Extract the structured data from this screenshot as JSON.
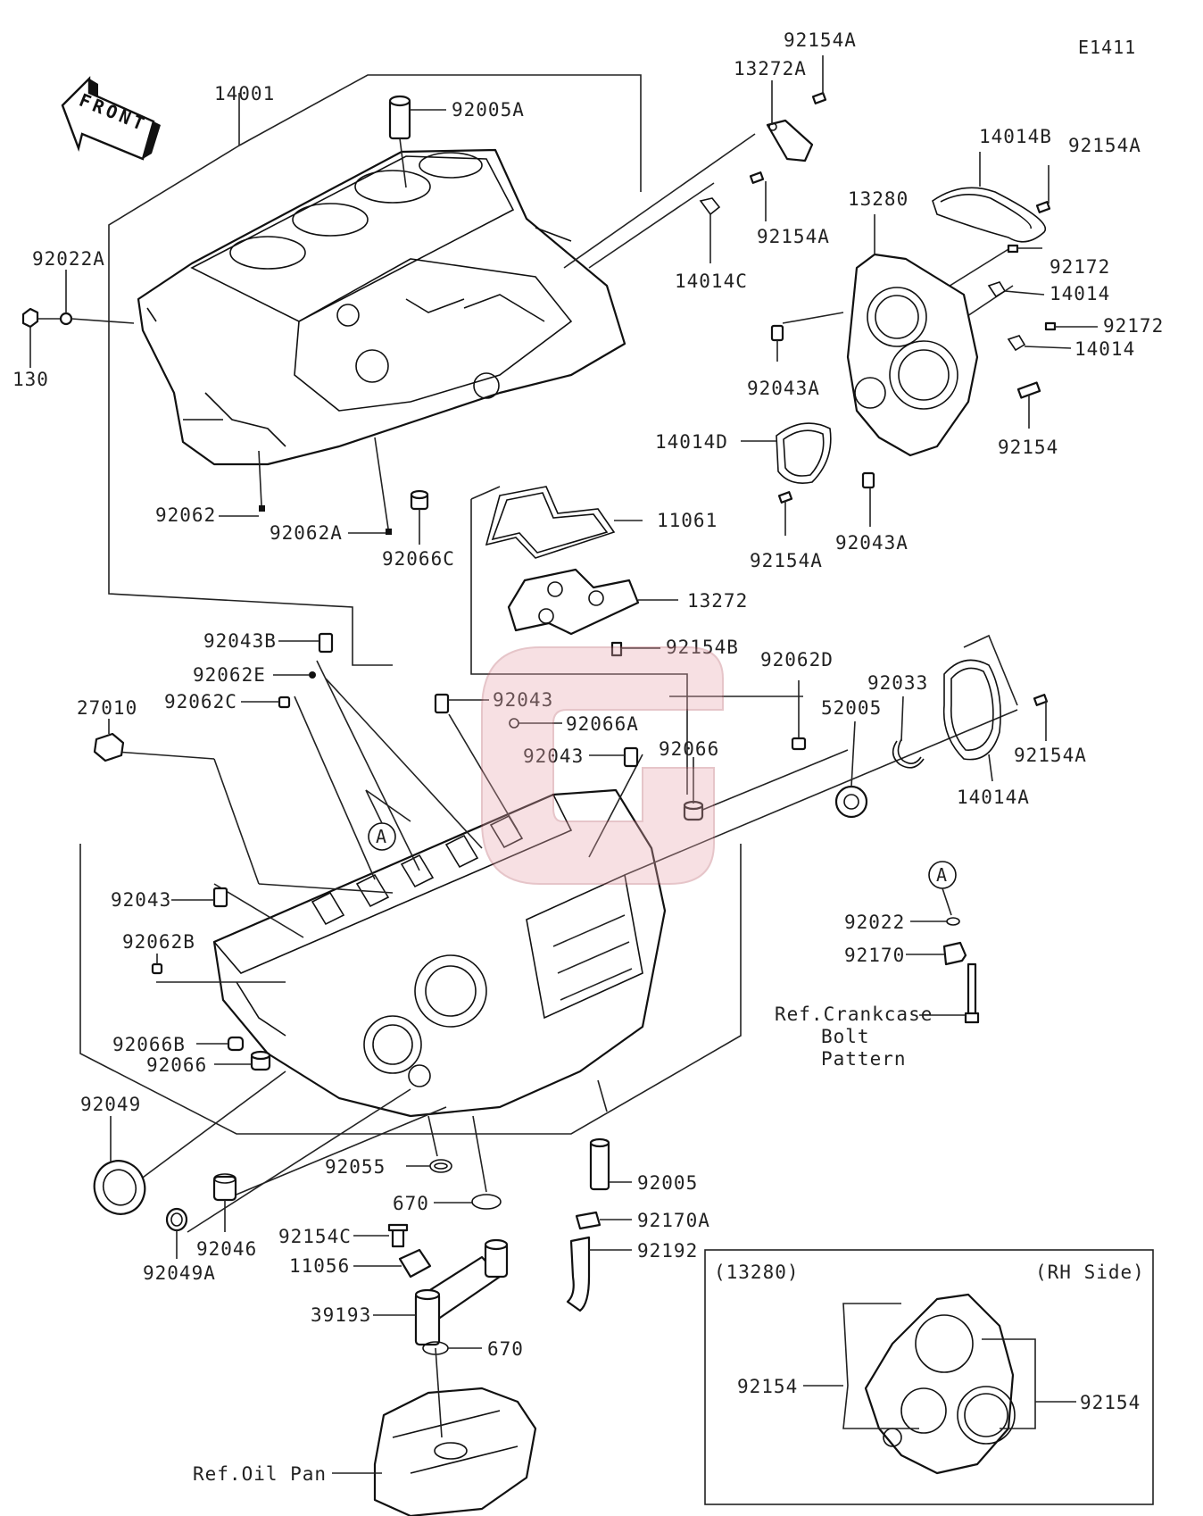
{
  "diagram_code": "E1411",
  "front_label": "FRONT",
  "part_labels": {
    "p14001": "14001",
    "p92005A": "92005A",
    "p92022A": "92022A",
    "p130": "130",
    "p92154A_top": "92154A",
    "p13272A": "13272A",
    "p14014B": "14014B",
    "p92154A_r1": "92154A",
    "p13280": "13280",
    "p92154A_mid": "92154A",
    "p14014C": "14014C",
    "p92172_a": "92172",
    "p14014_a": "14014",
    "p92172_b": "92172",
    "p14014_b": "14014",
    "p92043A_a": "92043A",
    "p92154_r": "92154",
    "p14014D": "14014D",
    "p92154A_b": "92154A",
    "p92043A_b": "92043A",
    "p92062": "92062",
    "p92062A": "92062A",
    "p92066C": "92066C",
    "p11061": "11061",
    "p13272": "13272",
    "p92154B": "92154B",
    "p92043B": "92043B",
    "p92062E": "92062E",
    "p92062C": "92062C",
    "p27010": "27010",
    "p92043_a": "92043",
    "p92066A": "92066A",
    "p92043_b": "92043",
    "p92066_a": "92066",
    "p92062D": "92062D",
    "p92033": "92033",
    "p52005": "52005",
    "p92154A_c": "92154A",
    "p14014A": "14014A",
    "p92043_c": "92043",
    "p92062B": "92062B",
    "p92066B": "92066B",
    "p92066_b": "92066",
    "p92022": "92022",
    "p92170": "92170",
    "p92049": "92049",
    "p92055": "92055",
    "p670_a": "670",
    "p92005": "92005",
    "p92170A": "92170A",
    "p92046": "92046",
    "p92154C": "92154C",
    "p11056": "11056",
    "p92192": "92192",
    "p92049A": "92049A",
    "p39193": "39193",
    "p670_b": "670",
    "p92154_inset_l": "92154",
    "p92154_inset_r": "92154"
  },
  "callouts": {
    "a_upper": "A",
    "a_right": "A"
  },
  "references": {
    "crankcase_line1": "Ref.Crankcase",
    "crankcase_line2": "Bolt",
    "crankcase_line3": "Pattern",
    "oil_pan": "Ref.Oil Pan"
  },
  "inset": {
    "part_ref": "(13280)",
    "side": "(RH Side)"
  },
  "colors": {
    "line": "#222222",
    "watermark": "#e9a9b0"
  },
  "watermark_icon": "g-logo-watermark"
}
